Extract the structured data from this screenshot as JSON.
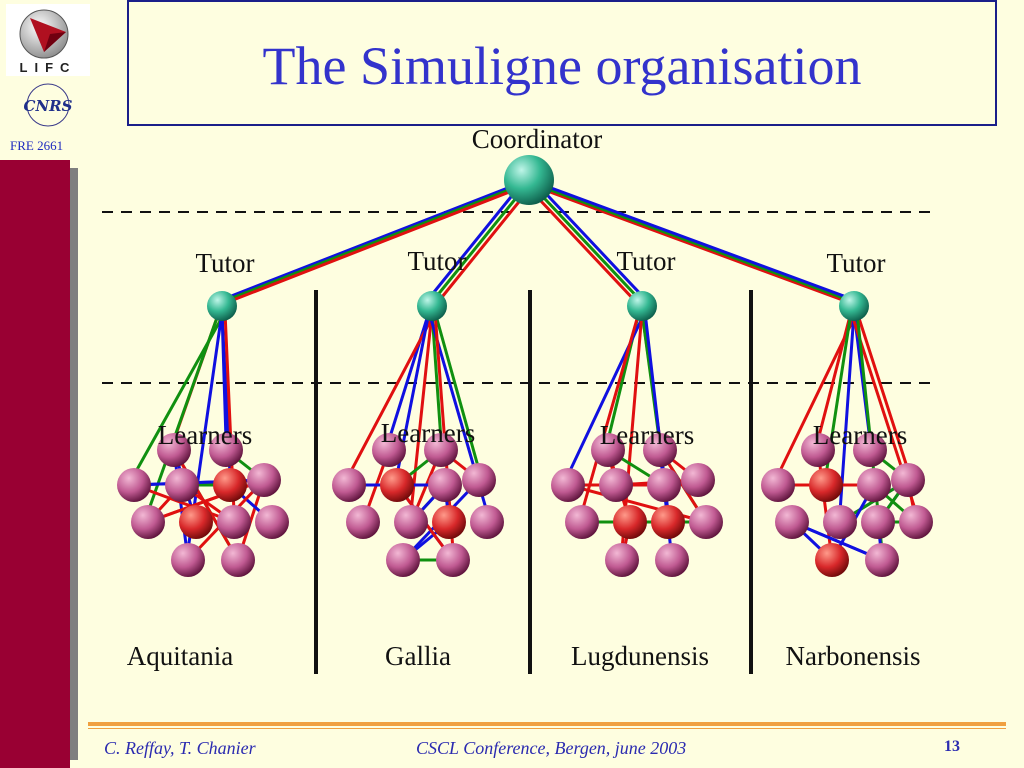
{
  "sidebar": {
    "lab_logo_text": "LIFC",
    "cnrs_logo_text": "CNRS",
    "unit_label": "FRE 2661"
  },
  "slide": {
    "title": "The Simuligne organisation"
  },
  "diagram": {
    "coordinator_label": "Coordinator",
    "tutor_label": "Tutor",
    "learners_label": "Learners",
    "groups": [
      {
        "name": "Aquitania"
      },
      {
        "name": "Gallia"
      },
      {
        "name": "Lugdunensis"
      },
      {
        "name": "Narbonensis"
      }
    ],
    "link_colors": [
      "#e01010",
      "#1010e0",
      "#109010"
    ]
  },
  "footer": {
    "authors": "C. Reffay, T. Chanier",
    "conference": "CSCL Conference, Bergen, june 2003",
    "page": "13"
  }
}
